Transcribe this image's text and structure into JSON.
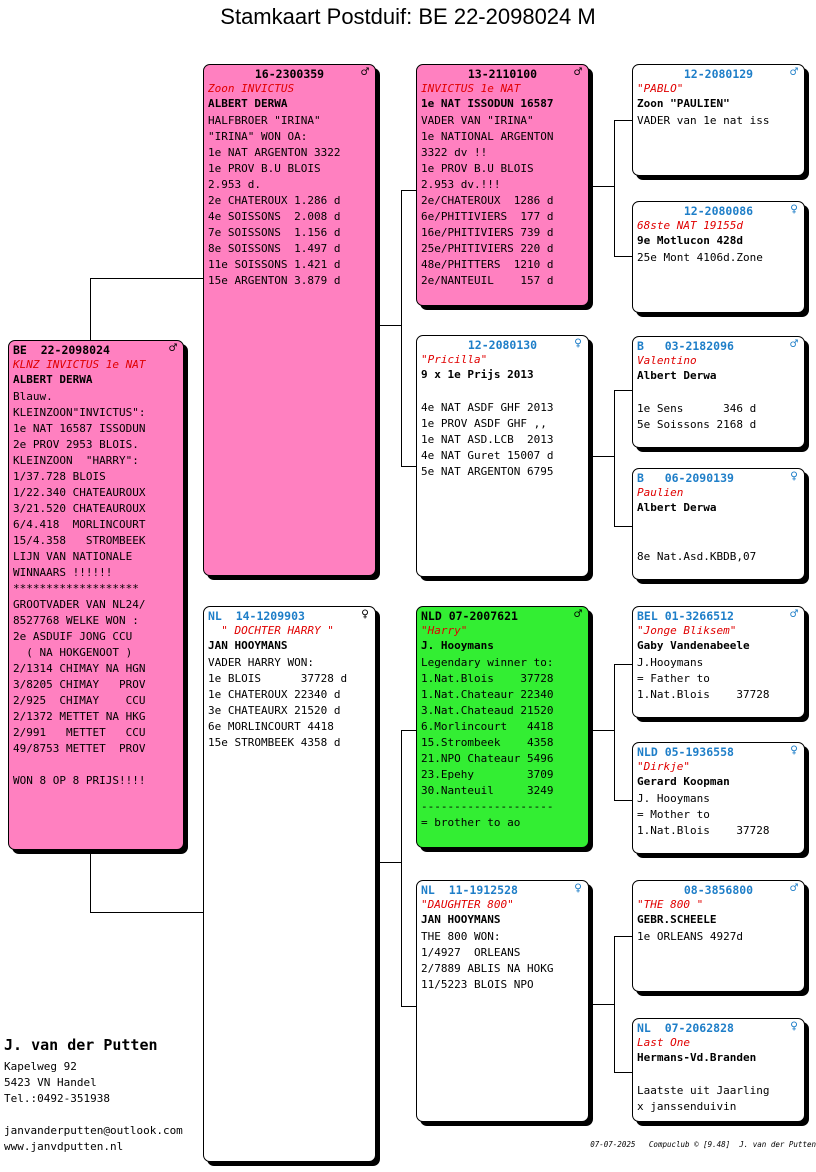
{
  "title": "Stamkaart Postduif: BE  22-2098024 M",
  "cards": {
    "main": {
      "ring": "BE  22-2098024",
      "sym": "♂",
      "name": "KLNZ INVICTUS 1e NAT",
      "breeder": "ALBERT DERWA",
      "lines": [
        "Blauw.",
        "KLEINZOON\"INVICTUS\":",
        "1e NAT 16587 ISSODUN",
        "2e PROV 2953 BLOIS.",
        "KLEINZOON  \"HARRY\":",
        "1/37.728 BLOIS",
        "1/22.340 CHATEAUROUX",
        "3/21.520 CHATEAUROUX",
        "6/4.418  MORLINCOURT",
        "15/4.358   STROMBEEK",
        "LIJN VAN NATIONALE",
        "WINNAARS !!!!!!",
        "*******************",
        "GROOTVADER VAN NL24/",
        "8527768 WELKE WON :",
        "2e ASDUIF JONG CCU",
        "  ( NA HOKGENOOT )",
        "2/1314 CHIMAY NA HGN",
        "3/8205 CHIMAY   PROV",
        "2/925  CHIMAY    CCU",
        "2/1372 METTET NA HKG",
        "2/991   METTET   CCU",
        "49/8753 METTET  PROV",
        "",
        "WON 8 OP 8 PRIJS!!!!"
      ]
    },
    "father": {
      "ring": "16-2300359",
      "sym": "♂",
      "name": "Zoon INVICTUS",
      "breeder": "ALBERT DERWA",
      "lines": [
        "HALFBROER \"IRINA\"",
        "\"IRINA\" WON OA:",
        "1e NAT ARGENTON 3322",
        "1e PROV B.U BLOIS",
        "2.953 d.",
        "2e CHATEROUX 1.286 d",
        "4e SOISSONS  2.008 d",
        "7e SOISSONS  1.156 d",
        "8e SOISSONS  1.497 d",
        "11e SOISSONS 1.421 d",
        "15e ARGENTON 3.879 d"
      ]
    },
    "mother": {
      "ring": "NL  14-1209903",
      "sym": "♀",
      "name": "  \" DOCHTER HARRY \"",
      "breeder": "JAN HOOYMANS",
      "lines": [
        "VADER HARRY WON:",
        "1e BLOIS      37728 d",
        "1e CHATEROUX 22340 d",
        "3e CHATEAURX 21520 d",
        "6e MORLINCOURT 4418",
        "15e STROMBEEK 4358 d"
      ]
    },
    "ff": {
      "ring": "13-2110100",
      "sym": "♂",
      "name": "INVICTUS 1e NAT",
      "breeder": "1e NAT ISSODUN 16587",
      "lines": [
        "VADER VAN \"IRINA\"",
        "1e NATIONAL ARGENTON",
        "3322 dv !!",
        "1e PROV B.U BLOIS",
        "2.953 dv.!!!",
        "2e/CHATEROUX  1286 d",
        "6e/PHITIVIERS  177 d",
        "16e/PHITIVIERS 739 d",
        "25e/PHITIVIERS 220 d",
        "48e/PHITTERS  1210 d",
        "2e/NANTEUIL    157 d"
      ]
    },
    "fm": {
      "ring": "12-2080130",
      "sym": "♀",
      "name": "\"Pricilla\"",
      "breeder": "9 x 1e Prijs 2013",
      "lines": [
        "",
        "4e NAT ASDF GHF 2013",
        "1e PROV ASDF GHF ,,",
        "1e NAT ASD.LCB  2013",
        "4e NAT Guret 15007 d",
        "5e NAT ARGENTON 6795"
      ]
    },
    "mf": {
      "ring": "NLD 07-2007621",
      "sym": "♂",
      "name": "\"Harry\"",
      "breeder": "J. Hooymans",
      "lines": [
        "Legendary winner to:",
        "1.Nat.Blois    37728",
        "1.Nat.Chateaur 22340",
        "3.Nat.Chateaud 21520",
        "6.Morlincourt   4418",
        "15.Strombeek    4358",
        "21.NPO Chateaur 5496",
        "23.Epehy        3709",
        "30.Nanteuil     3249",
        "--------------------",
        "= brother to ao"
      ]
    },
    "mm": {
      "ring": "NL  11-1912528",
      "sym": "♀",
      "name": "\"DAUGHTER 800\"",
      "breeder": "JAN HOOYMANS",
      "lines": [
        "THE 800 WON:",
        "1/4927  ORLEANS",
        "2/7889 ABLIS NA HOKG",
        "11/5223 BLOIS NPO"
      ]
    },
    "fff": {
      "ring": "12-2080129",
      "sym": "♂",
      "name": "\"PABLO\"",
      "breeder": "Zoon \"PAULIEN\"",
      "lines": [
        "VADER van 1e nat iss"
      ]
    },
    "ffm": {
      "ring": "12-2080086",
      "sym": "♀",
      "name": "68ste NAT 19155d",
      "breeder": "9e Motlucon 428d",
      "lines": [
        "25e Mont 4106d.Zone"
      ]
    },
    "fmf": {
      "ring": "B   03-2182096",
      "sym": "♂",
      "name": "Valentino",
      "breeder": "Albert Derwa",
      "lines": [
        "",
        "1e Sens      346 d",
        "5e Soissons 2168 d"
      ]
    },
    "fmm": {
      "ring": "B   06-2090139",
      "sym": "♀",
      "name": "Paulien",
      "breeder": "Albert Derwa",
      "lines": [
        "",
        "",
        "8e Nat.Asd.KBDB,07"
      ]
    },
    "mff": {
      "ring": "BEL 01-3266512",
      "sym": "♂",
      "name": "\"Jonge Bliksem\"",
      "breeder": "Gaby Vandenabeele",
      "lines": [
        "J.Hooymans",
        "= Father to",
        "1.Nat.Blois    37728"
      ]
    },
    "mfm": {
      "ring": "NLD 05-1936558",
      "sym": "♀",
      "name": "\"Dirkje\"",
      "breeder": "Gerard Koopman",
      "lines": [
        "J. Hooymans",
        "= Mother to",
        "1.Nat.Blois    37728"
      ]
    },
    "mmf": {
      "ring": "08-3856800",
      "sym": "♂",
      "name": "\"THE 800 \"",
      "breeder": "GEBR.SCHEELE",
      "lines": [
        "1e ORLEANS 4927d"
      ]
    },
    "mmm": {
      "ring": "NL  07-2062828",
      "sym": "♀",
      "name": "Last One",
      "breeder": "Hermans-Vd.Branden",
      "lines": [
        "",
        "Laatste uit Jaarling",
        "x janssenduivin"
      ]
    }
  },
  "owner": {
    "name": "J. van der Putten",
    "address1": "Kapelweg 92",
    "address2": "5423 VN  Handel",
    "phone": "Tel.:0492-351938",
    "email": "janvanderputten@outlook.com",
    "web": "www.janvdputten.nl"
  },
  "footer": "07-07-2025   Compuclub © [9.48]  J. van der Putten"
}
